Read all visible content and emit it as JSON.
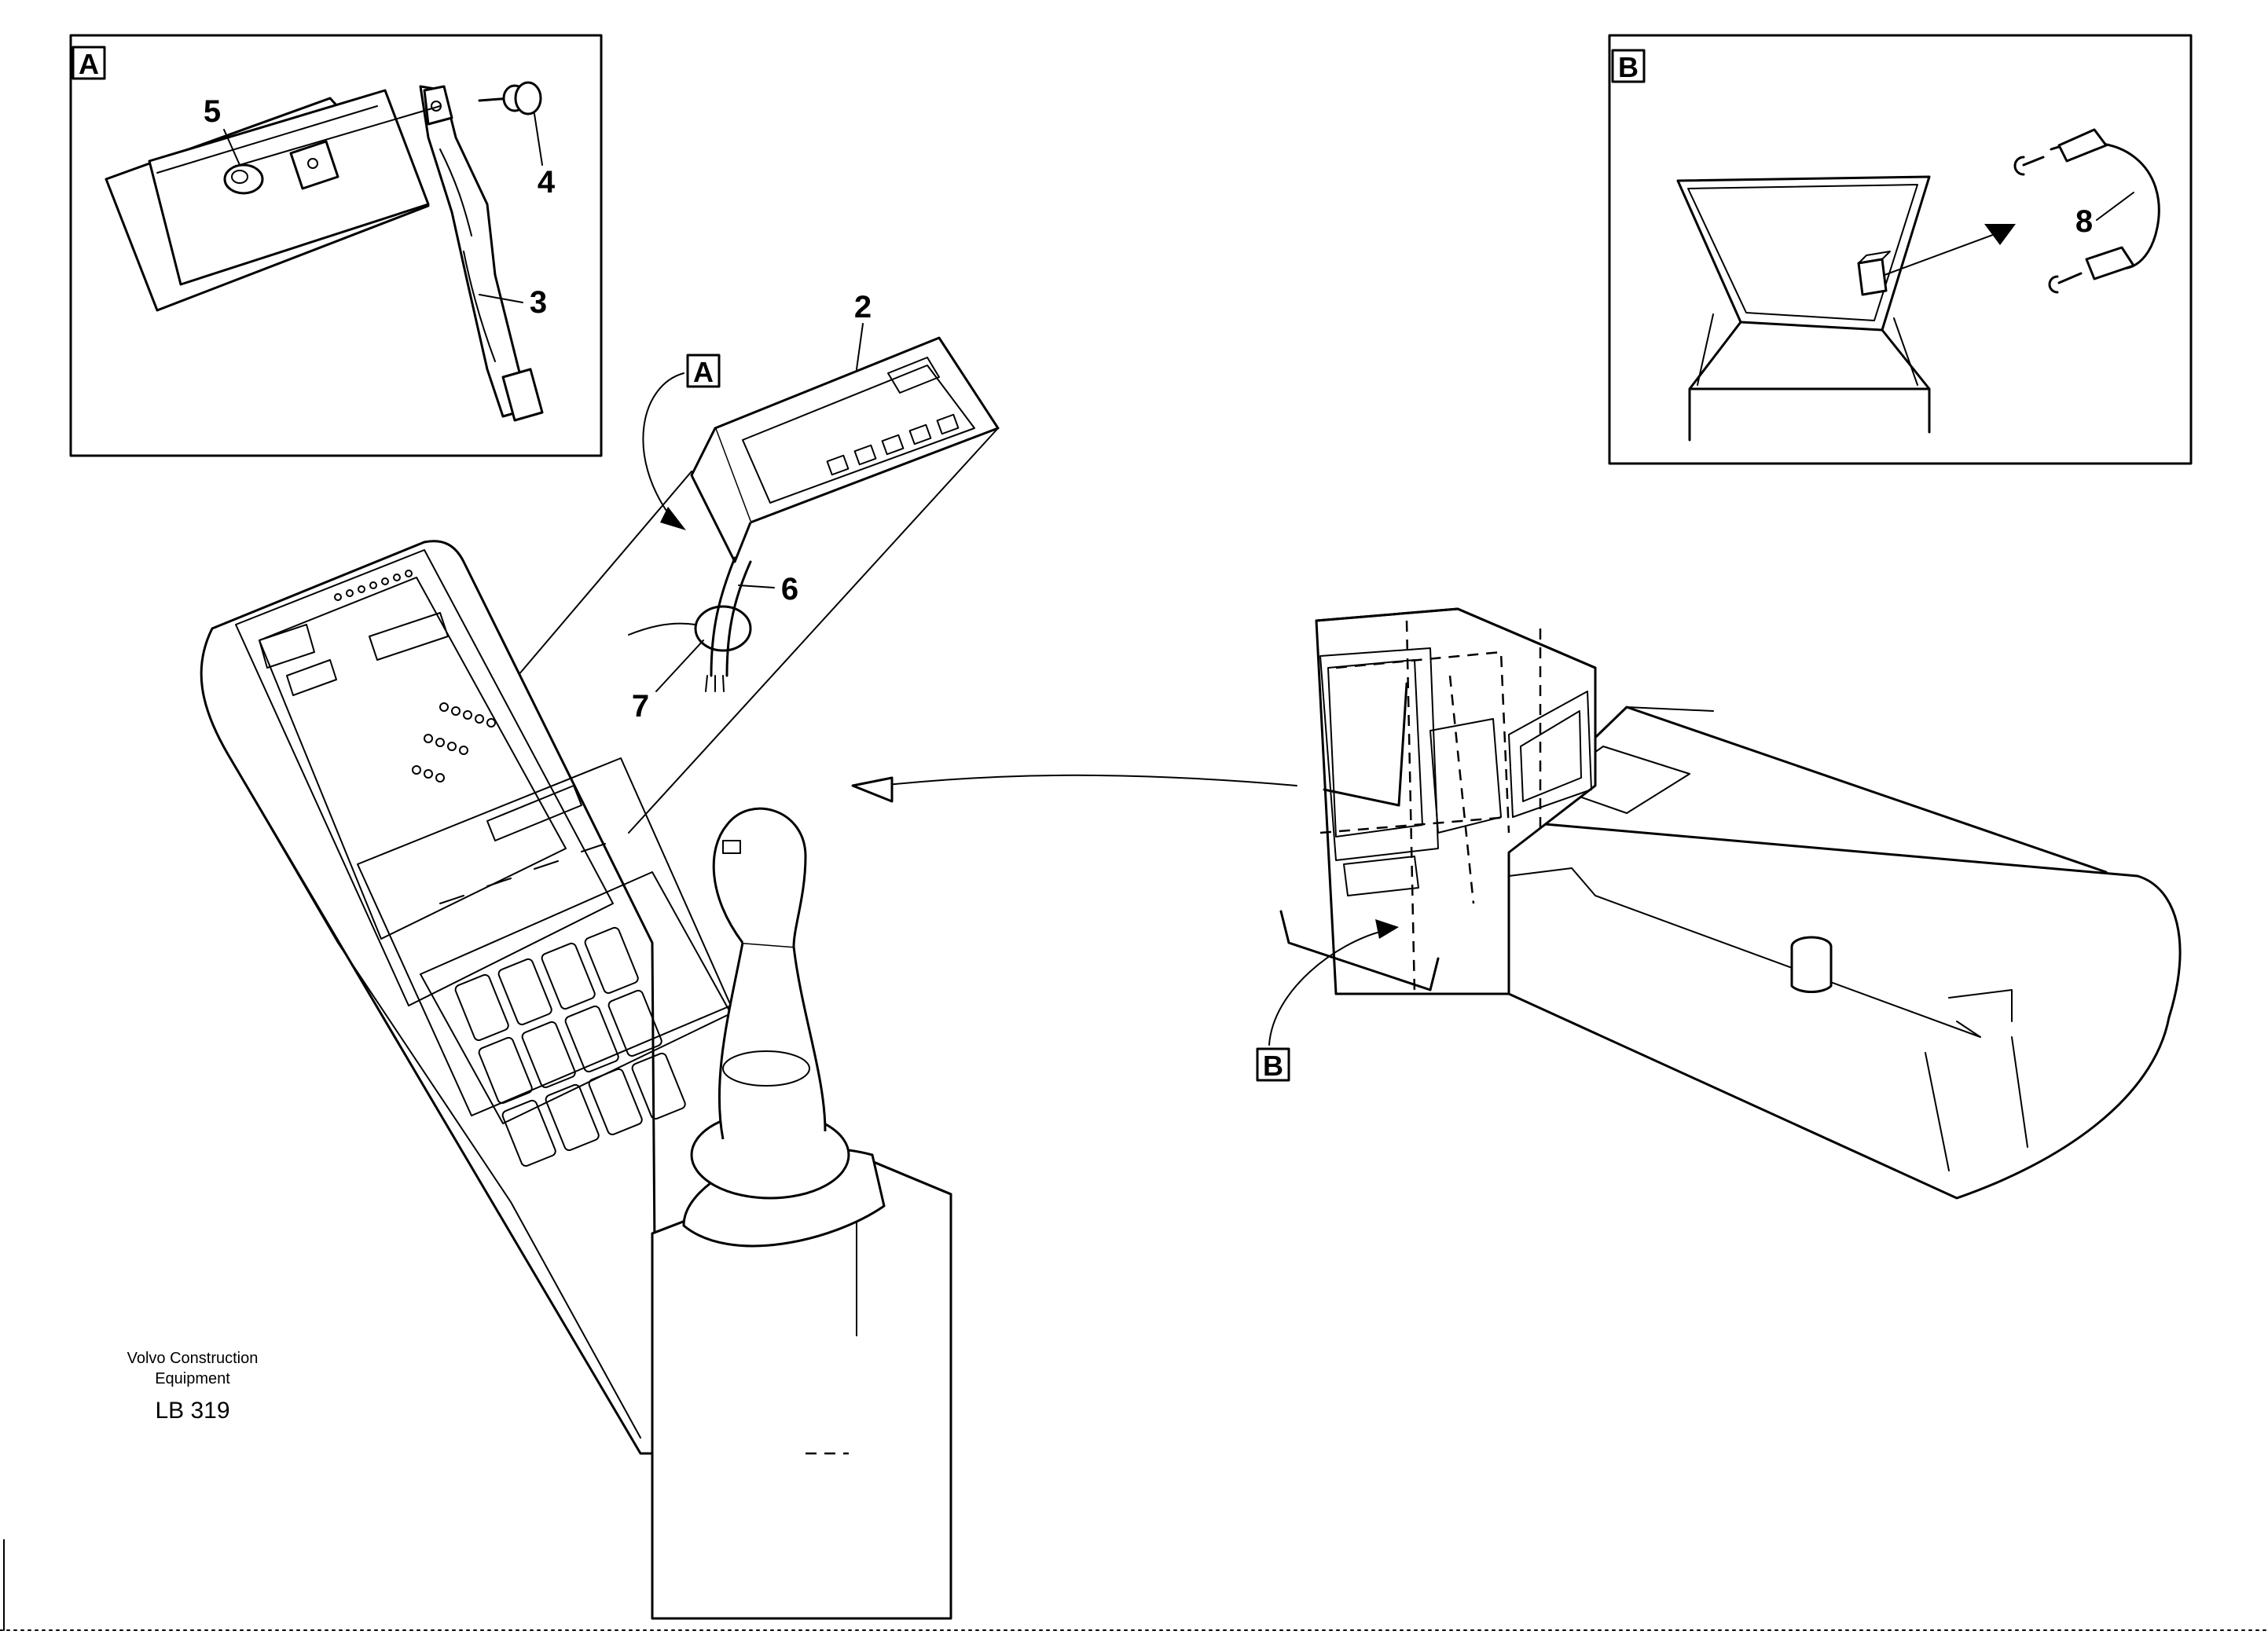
{
  "detail_a": {
    "box_label": "A",
    "parts": {
      "p5": "5",
      "p4": "4",
      "p3": "3"
    }
  },
  "detail_b": {
    "box_label": "B",
    "parts": {
      "p8": "8"
    }
  },
  "main_view": {
    "callout_a": "A",
    "callout_b": "B",
    "parts": {
      "p2": "2",
      "p6": "6",
      "p7": "7"
    }
  },
  "credit": {
    "company": "Volvo Construction Equipment",
    "code": "LB 319"
  }
}
